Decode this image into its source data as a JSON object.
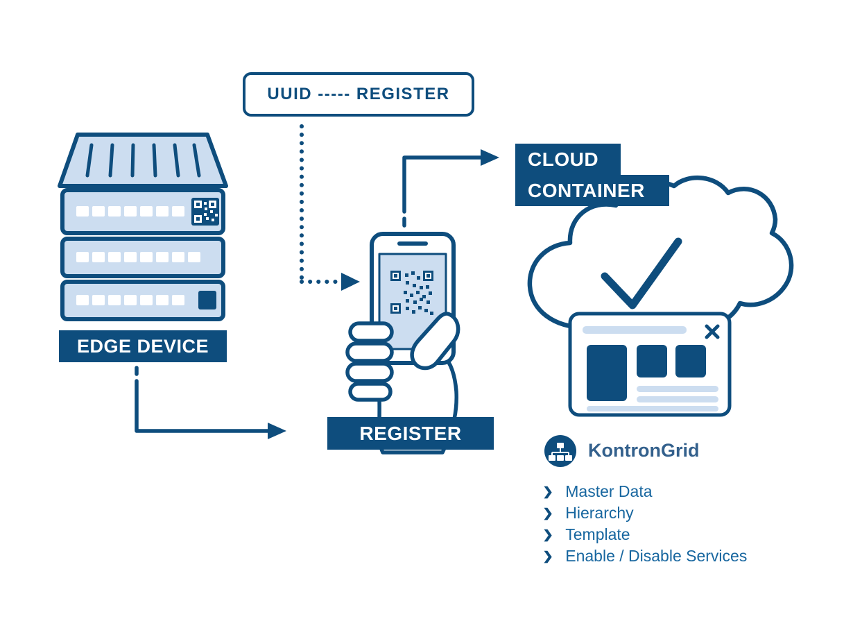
{
  "diagram": {
    "uuid_box": {
      "label": "UUID ----- REGISTER"
    },
    "edge_device": {
      "label": "EDGE DEVICE"
    },
    "register": {
      "label": "REGISTER"
    },
    "cloud": {
      "line1": "CLOUD",
      "line2": "CONTAINER"
    },
    "platform": {
      "name": "KontronGrid",
      "features": [
        "Master Data",
        "Hierarchy",
        "Template",
        "Enable / Disable Services"
      ]
    },
    "colors": {
      "primary_dark_blue": "#0e4d7d",
      "light_blue_fill": "#ccddf0",
      "feature_text_blue": "#17669f",
      "brand_text_blue": "#33608c"
    }
  }
}
